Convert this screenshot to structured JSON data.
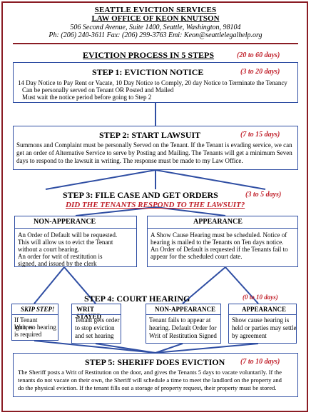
{
  "header": {
    "firm": "SEATTLE EVICTION SERVICES",
    "office": "LAW OFFICE OF KEON KNUTSON",
    "address": "506 Second Avenue, Suite 1400, Seattle, Washington, 98104",
    "contact": "Ph: (206) 240-3611  Fax: (206) 299-3763  Emi: Keon@seattlelegalhelp.org"
  },
  "process": {
    "title": "EVICTION PROCESS IN 5 STEPS",
    "duration": "(20 to 60 days)"
  },
  "step1": {
    "title": "STEP 1:  EVICTION NOTICE",
    "duration": "(3 to 20 days)",
    "lines": [
      "14 Day Notice to Pay Rent or Vacate, 10 Day Notice to Comply, 20 day Notice to Terminate the Tenancy",
      "Can be personally served on Tenant OR Posted and Mailed",
      "Must wait the notice period before going to Step 2"
    ]
  },
  "step2": {
    "title": "STEP 2: START LAWSUIT",
    "duration": "(7 to 15 days)",
    "lines": [
      "Summons and Complaint must be personally Served on the Tenant.  If the Tenant is evading service, we can",
      "get an order of Alternative Service to serve by Posting and Mailing.  The Tenants will get a minimum Seven",
      "days to respond to the lawsuit in writing.  The response must be made to my Law Office."
    ]
  },
  "step3": {
    "title": "STEP 3:  FILE CASE AND GET ORDERS",
    "duration": "(3 to 5 days)",
    "question": "DID THE TENANTS RESPOND TO THE LAWSUIT?"
  },
  "nonappearance": {
    "title": "NON-APPERANCE",
    "lines": [
      "An Order of Default will be requested.",
      "This will allow us to evict the Tenant",
      "without a court hearing.",
      "An order for writ of restitution is",
      "signed, and issued by the clerk"
    ]
  },
  "appearance": {
    "title": "APPEARANCE",
    "lines": [
      "A Show Cause Hearing must be scheduled.  Notice of",
      "hearing is mailed to the Tenants on Ten days notice.",
      "An Order of Default is requested if the Tenants fail to",
      "appear for the scheduled court date."
    ]
  },
  "step4": {
    "title": "STEP 4:  COURT HEARING",
    "duration": "(0 to 10 days)"
  },
  "skip": {
    "title": "SKIP STEP!",
    "lines": [
      "If Tenant ignores",
      "Writ, no hearing",
      "is required"
    ]
  },
  "writ": {
    "title": "WRIT STAYED",
    "lines": [
      "Tenant gets order",
      "to stop eviction",
      "and set hearing"
    ]
  },
  "nonapp4": {
    "title": "NON-APPEARANCE",
    "lines": [
      "Tenant fails to appear at",
      "hearing.  Default Order for",
      "Writ of Restitution Signed"
    ]
  },
  "app4": {
    "title": "APPEARANCE",
    "lines": [
      "Show cause hearing is",
      "held or parties may settle",
      "by agreement"
    ]
  },
  "step5": {
    "title": "STEP 5: SHERIFF DOES EVICTION",
    "duration": "(7 to 10 days)",
    "lines": [
      "The Sheriff posts a Writ of Restitution on the door, and gives the Tenants 5 days to vacate voluntarily.  If the",
      "tenants do not vacate on their own, the Sheriff will schedule a time to meet the landlord on the property and",
      "do the physical eviction.  If the tenant fills out a storage of property request, their property must be stored."
    ]
  }
}
